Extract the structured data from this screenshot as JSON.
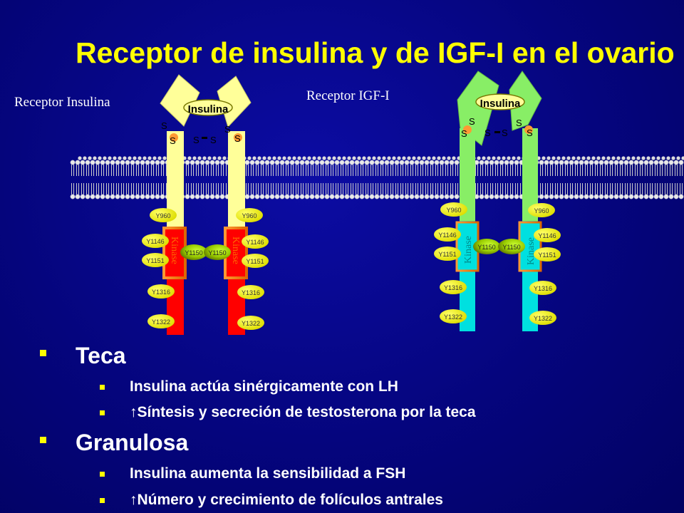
{
  "slide": {
    "title": "Receptor de insulina y de IGF-I en el ovario"
  },
  "diagram": {
    "insulin_receptor_label": "Receptor Insulina",
    "igf_receptor_label": "Receptor IGF-I",
    "ligand_label": "Insulina",
    "disulfide_label": "S",
    "kinase_label": "Kinase",
    "sites": {
      "y960": "Y960",
      "y1146": "Y1146",
      "y1150": "Y1150",
      "y1151": "Y1151",
      "y1316": "Y1316",
      "y1322": "Y1322"
    },
    "colors": {
      "insulin_upper": "#ffff99",
      "insulin_lower": "#ff0000",
      "igf_upper": "#88ee66",
      "igf_lower": "#00e0e0",
      "site_yellow": "#ffff00",
      "site_green": "#669900",
      "kinase_text_insulin": "#ff2200",
      "kinase_text_igf": "#008888"
    }
  },
  "bullets": [
    {
      "heading": "Teca",
      "items": [
        "Insulina actúa sinérgicamente con LH",
        "↑Síntesis y secreción de testosterona por la teca"
      ]
    },
    {
      "heading": "Granulosa",
      "items": [
        "Insulina aumenta la sensibilidad a FSH",
        "↑Número y crecimiento de folículos antrales"
      ]
    }
  ]
}
